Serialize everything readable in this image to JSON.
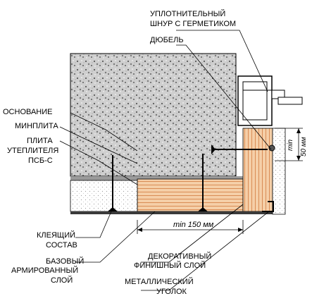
{
  "labels": {
    "sealing_cord": [
      "УПЛОТНИТЕЛЬНЫЙ",
      "ШНУР С ГЕРМЕТИКОМ"
    ],
    "dowel": [
      "ДЮБЕЛЬ"
    ],
    "base": [
      "ОСНОВАНИЕ"
    ],
    "mineral_slab": [
      "МИНПЛИТА"
    ],
    "insulation_board": [
      "ПЛИТА",
      "УТЕПЛИТЕЛЯ",
      "ПСБ-С"
    ],
    "adhesive": [
      "КЛЕЯЩИЙ",
      "СОСТАВ"
    ],
    "base_reinforced": [
      "БАЗОВЫЙ",
      "АРМИРОВАННЫЙ",
      "СЛОЙ"
    ],
    "decorative_finish": [
      "ДЕКОРАТИВНЫЙ",
      "ФИНИШНЫЙ СЛОЙ"
    ],
    "metal_corner": [
      "МЕТАЛЛИЧЕСКИЙ",
      "УГОЛОК"
    ]
  },
  "dimensions": {
    "min_150": "min 150 мм",
    "min_label": "min",
    "mm_50": "50 мм"
  },
  "colors": {
    "concrete": "#d9d9d9",
    "insulation": "#f3c9a3",
    "hatch": "#d98c55",
    "line": "#000000"
  }
}
